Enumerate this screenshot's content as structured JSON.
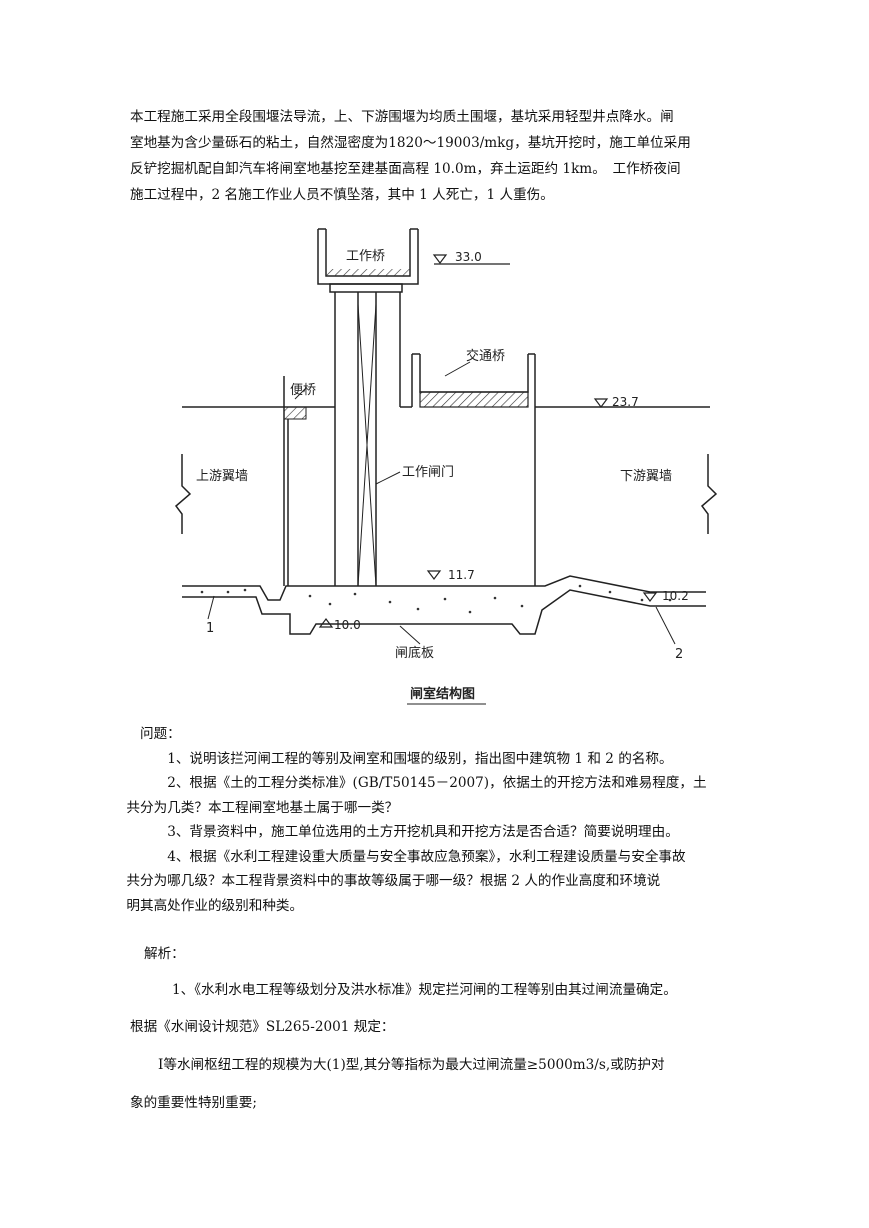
{
  "intro": {
    "lines": [
      "本工程施工采用全段围堰法导流，上、下游围堰为均质土围堰，基坑采用轻型井点降水。闸",
      "室地基为含少量砾石的粘土，自然湿密度为1820～19003/mkg，基坑开挖时，施工单位采用",
      "反铲挖掘机配自卸汽车将闸室地基挖至建基面高程 10.0m，弃土运距约 1km。　工作桥夜间",
      "施工过程中，2 名施工作业人员不慎坠落，其中 1 人死亡，1 人重伤。"
    ]
  },
  "figure": {
    "labels": {
      "work_bridge": "工作桥",
      "traffic_bridge": "交通桥",
      "service_bridge": "便桥",
      "upstream_wall": "上游翼墙",
      "downstream_wall": "下游翼墙",
      "work_gate": "工作闸门",
      "floor_slab": "闸底板",
      "item_1": "1",
      "item_2": "2"
    },
    "elevations": {
      "top": "33.0",
      "deck": "23.7",
      "sill": "11.7",
      "downstream": "10.2",
      "foundation": "10.0"
    },
    "caption": "闸室结构图"
  },
  "questions": {
    "head": "问题：",
    "items": [
      [
        "1、说明该拦河闸工程的等别及闸室和围堰的级别，指出图中建筑物 1 和 2 的名称。"
      ],
      [
        "2、根据《土的工程分类标准》(GB/T50145－2007)，依据土的开挖方法和难易程度，土",
        "共分为几类？本工程闸室地基土属于哪一类？"
      ],
      [
        "3、背景资料中，施工单位选用的土方开挖机具和开挖方法是否合适？简要说明理由。"
      ],
      [
        "4、根据《水利工程建设重大质量与安全事故应急预案》，水利工程建设质量与安全事故",
        "共分为哪几级？本工程背景资料中的事故等级属于哪一级？根据 2 人的作业高度和环境说",
        "明其高处作业的级别和种类。"
      ]
    ]
  },
  "analysis": {
    "head": "解析：",
    "p1": "1、《水利水电工程等级划分及洪水标准》规定拦河闸的工程等别由其过闸流量确定。",
    "p2": "根据《水闸设计规范》SL265-2001 规定：",
    "p3a": "Ⅰ等水闸枢纽工程的规模为大(1)型,其分等指标为最大过闸流量≥5000m3/s,或防护对",
    "p3b": "象的重要性特别重要;"
  }
}
